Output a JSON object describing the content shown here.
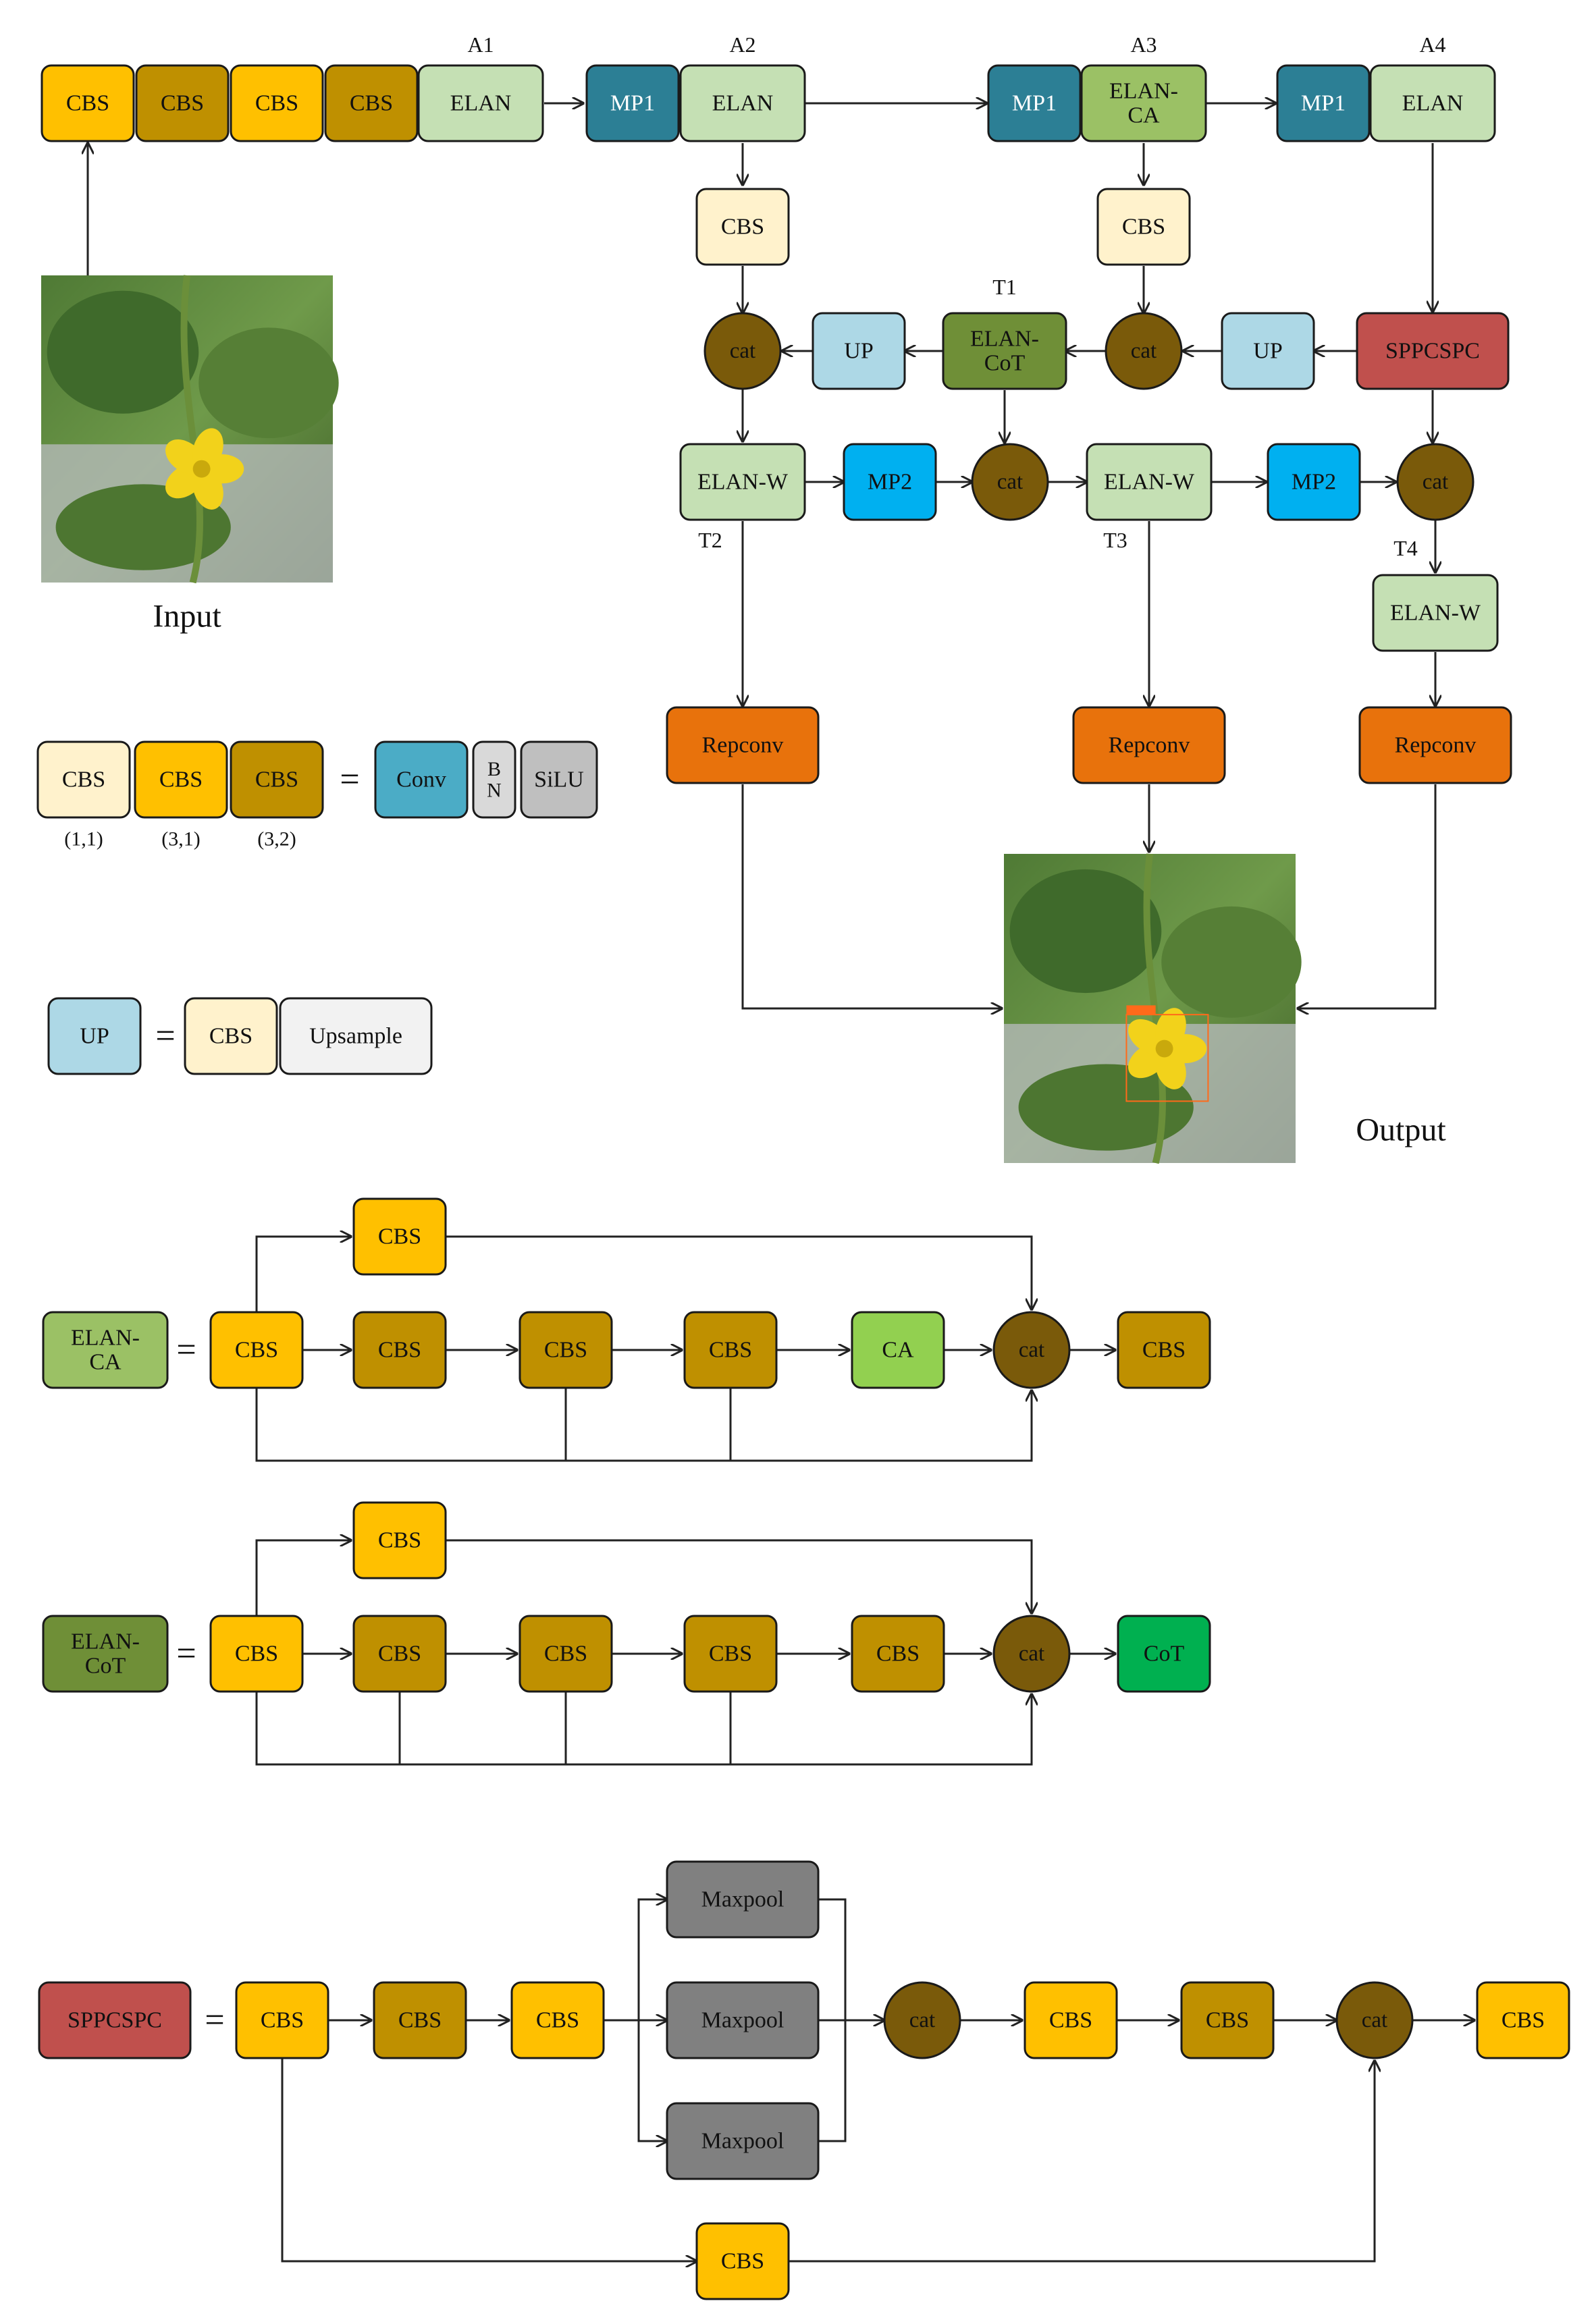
{
  "colors": {
    "cbs11": "#FFF2CC",
    "cbs31": "#FFC000",
    "cbs32": "#BF9000",
    "elan": "#C5E0B4",
    "elan_ca": "#9BC165",
    "elan_cot": "#6F8F37",
    "mp1": "#2C7F95",
    "mp2": "#00B0F0",
    "up": "#ADD8E6",
    "sppcspc": "#C0504D",
    "repconv": "#E8720C",
    "cat": "#7A5A0A",
    "conv": "#4BACC6",
    "bn": "#D9D9D9",
    "silu": "#BFBFBF",
    "upsample": "#F2F2F2",
    "ca": "#92D050",
    "cot": "#00B050",
    "maxpool": "#808080",
    "line": "#222222"
  },
  "labels": {
    "cbs": "CBS",
    "elan": "ELAN",
    "mp1": "MP1",
    "mp2": "MP2",
    "elan_ca_1": "ELAN-",
    "elan_ca_2": "CA",
    "elan_cot_1": "ELAN-",
    "elan_cot_2": "CoT",
    "elan_w": "ELAN-W",
    "up": "UP",
    "cat": "cat",
    "sppcspc": "SPPCSPC",
    "repconv": "Repconv",
    "conv": "Conv",
    "bn_1": "B",
    "bn_2": "N",
    "silu": "SiLU",
    "upsample": "Upsample",
    "ca": "CA",
    "cot": "CoT",
    "maxpool": "Maxpool",
    "equals": "="
  },
  "tags": {
    "a1": "A1",
    "a2": "A2",
    "a3": "A3",
    "a4": "A4",
    "t1": "T1",
    "t2": "T2",
    "t3": "T3",
    "t4": "T4"
  },
  "captions": {
    "input": "Input",
    "output": "Output",
    "k11": "(1,1)",
    "k31": "(3,1)",
    "k32": "(3,2)"
  },
  "images": {
    "input_photo": "cucumber-flower-photo",
    "output_photo": "cucumber-flower-detection-photo"
  }
}
